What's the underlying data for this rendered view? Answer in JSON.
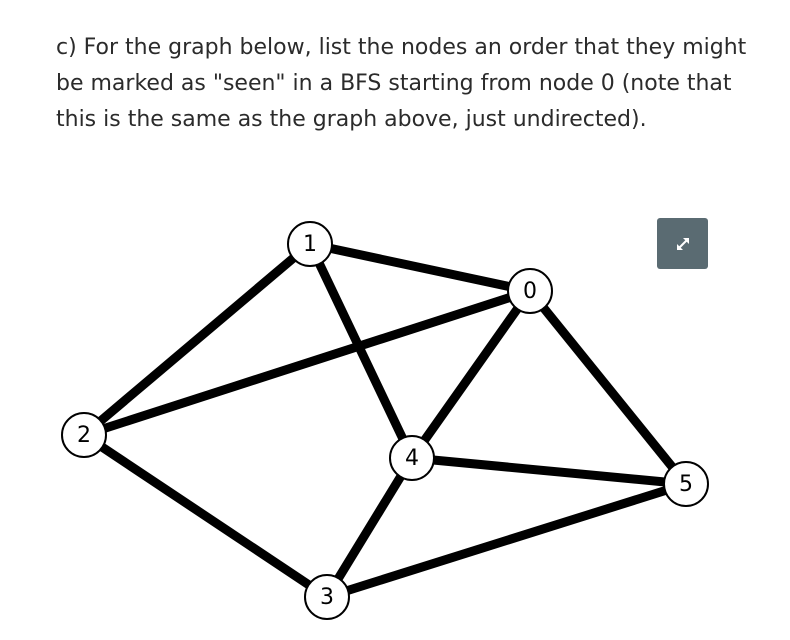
{
  "question": {
    "text": "c) For the graph below, list the nodes an order that they might be marked as \"seen\" in a BFS starting from node 0 (note that this is the same as the graph above, just undirected)."
  },
  "graph": {
    "nodes": [
      {
        "id": "0",
        "label": "0"
      },
      {
        "id": "1",
        "label": "1"
      },
      {
        "id": "2",
        "label": "2"
      },
      {
        "id": "3",
        "label": "3"
      },
      {
        "id": "4",
        "label": "4"
      },
      {
        "id": "5",
        "label": "5"
      }
    ],
    "edges": [
      [
        "1",
        "0"
      ],
      [
        "1",
        "2"
      ],
      [
        "1",
        "4"
      ],
      [
        "0",
        "2"
      ],
      [
        "0",
        "4"
      ],
      [
        "0",
        "5"
      ],
      [
        "2",
        "3"
      ],
      [
        "4",
        "5"
      ],
      [
        "4",
        "3"
      ],
      [
        "3",
        "5"
      ]
    ]
  },
  "toolbar": {
    "expand_icon": "expand-arrows-icon"
  }
}
